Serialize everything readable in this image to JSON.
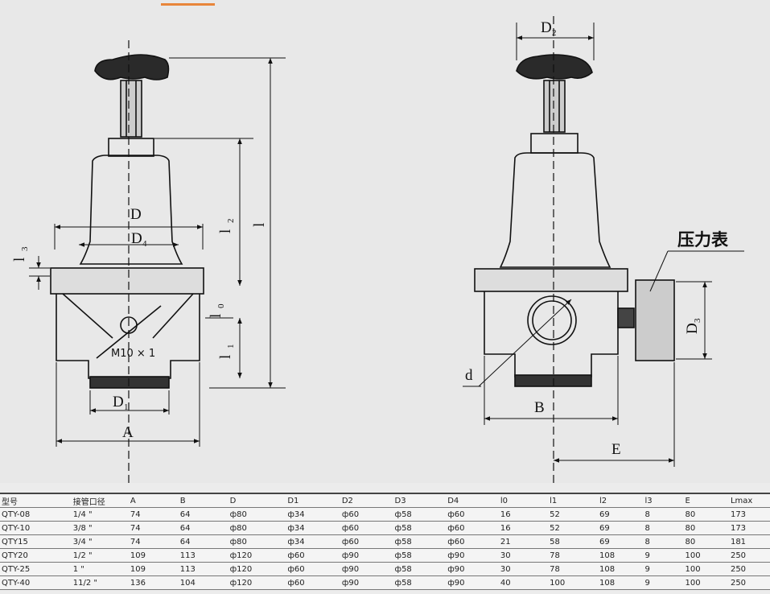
{
  "drawing": {
    "labels": {
      "D": "D",
      "D4": "D",
      "D4_sub": "4",
      "D1": "D",
      "D1_sub": "1",
      "A": "A",
      "l3": "l",
      "l3_sub": "3",
      "l2": "l",
      "l2_sub": "2",
      "l": "l",
      "l0": "l",
      "l0_sub": "0",
      "l1": "l",
      "l1_sub": "1",
      "thread": "M10 × 1",
      "D2": "D",
      "D2_sub": "2",
      "D3": "D",
      "D3_sub": "3",
      "B": "B",
      "d": "d",
      "E": "E",
      "gauge": "压力表"
    }
  },
  "table": {
    "headers": [
      "型号",
      "接管口径",
      "A",
      "B",
      "D",
      "D1",
      "D2",
      "D3",
      "D4",
      "l0",
      "l1",
      "l2",
      "l3",
      "E",
      "Lmax"
    ],
    "rows": [
      [
        "QTY-08",
        "1/4 \"",
        "74",
        "64",
        "ф80",
        "ф34",
        "ф60",
        "ф58",
        "ф60",
        "16",
        "52",
        "69",
        "8",
        "80",
        "173"
      ],
      [
        "QTY-10",
        "3/8 \"",
        "74",
        "64",
        "ф80",
        "ф34",
        "ф60",
        "ф58",
        "ф60",
        "16",
        "52",
        "69",
        "8",
        "80",
        "173"
      ],
      [
        "QTY15",
        "3/4 \"",
        "74",
        "64",
        "ф80",
        "ф34",
        "ф60",
        "ф58",
        "ф60",
        "21",
        "58",
        "69",
        "8",
        "80",
        "181"
      ],
      [
        "QTY20",
        "1/2 \"",
        "109",
        "113",
        "ф120",
        "ф60",
        "ф90",
        "ф58",
        "ф90",
        "30",
        "78",
        "108",
        "9",
        "100",
        "250"
      ],
      [
        "QTY-25",
        "1 \"",
        "109",
        "113",
        "ф120",
        "ф60",
        "ф90",
        "ф58",
        "ф90",
        "30",
        "78",
        "108",
        "9",
        "100",
        "250"
      ],
      [
        "QTY-40",
        "11/2 \"",
        "136",
        "104",
        "ф120",
        "ф60",
        "ф90",
        "ф58",
        "ф90",
        "40",
        "100",
        "108",
        "9",
        "100",
        "250"
      ]
    ]
  }
}
